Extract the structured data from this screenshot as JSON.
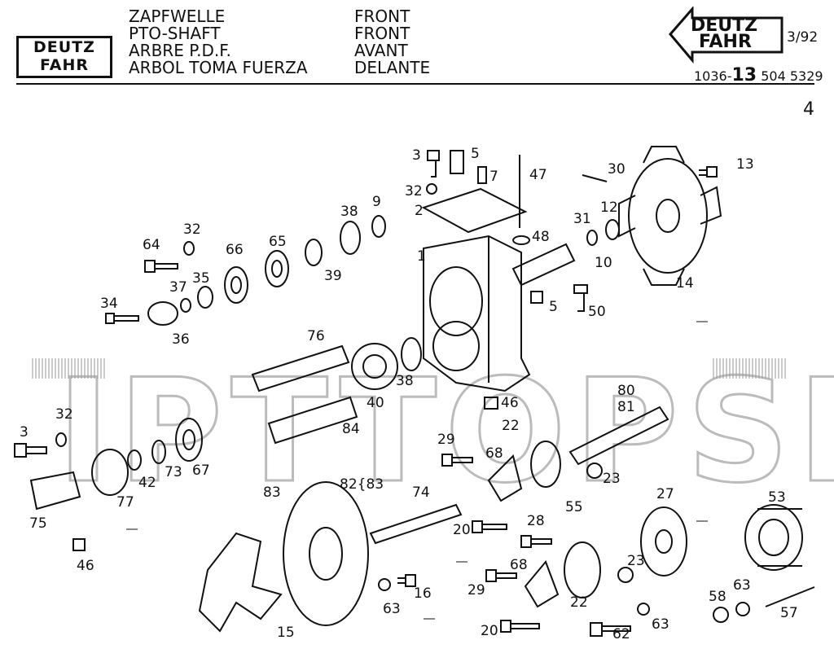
{
  "header": {
    "logo_line1": "DEUTZ",
    "logo_line2": "FAHR",
    "titles_left": [
      "ZAPFWELLE",
      "PTO-SHAFT",
      "ARBRE P.D.F.",
      "ARBOL TOMA FUERZA"
    ],
    "titles_right": [
      "FRONT",
      "FRONT",
      "AVANT",
      "DELANTE"
    ],
    "brand_line1": "DEUTZ",
    "brand_line2": "FAHR",
    "brand_page": "3/92",
    "part_prefix": "1036-",
    "part_bold": "13",
    "part_suffix": " 504 5329",
    "page_number": "4"
  },
  "watermark": "IPTTOPSI",
  "part_labels": [
    "3",
    "5",
    "7",
    "47",
    "30",
    "13",
    "32",
    "2",
    "9",
    "38",
    "12",
    "31",
    "48",
    "10",
    "32",
    "64",
    "66",
    "65",
    "39",
    "1",
    "14",
    "37",
    "35",
    "34",
    "36",
    "5",
    "50",
    "76",
    "38",
    "40",
    "46",
    "80",
    "81",
    "32",
    "3",
    "22",
    "84",
    "29",
    "68",
    "23",
    "42",
    "73",
    "67",
    "77",
    "75",
    "83",
    "82{83",
    "74",
    "20",
    "28",
    "55",
    "27",
    "53",
    "46",
    "68",
    "23",
    "29",
    "16",
    "63",
    "15",
    "22",
    "58",
    "63",
    "57",
    "20",
    "62",
    "63"
  ]
}
